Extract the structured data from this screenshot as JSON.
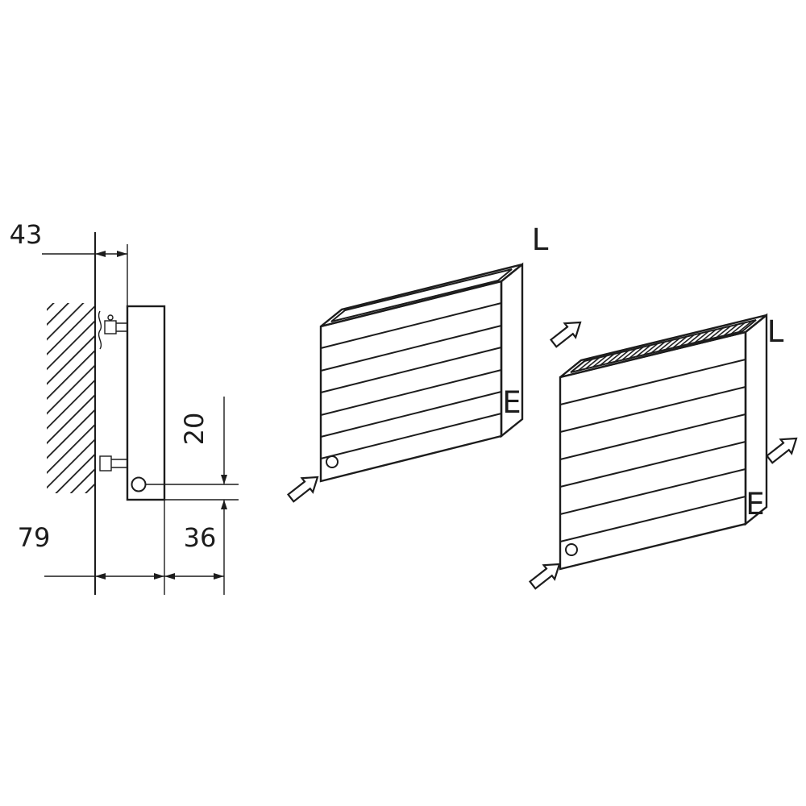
{
  "colors": {
    "line": "#1c1c1c",
    "background": "#ffffff"
  },
  "side_view": {
    "dim_top": "43",
    "dim_pipe_height": "20",
    "dim_bottom_left": "79",
    "dim_bottom_right": "36"
  },
  "radiator_open_top": {
    "label_top": "L",
    "label_side": "E"
  },
  "radiator_grille_top": {
    "label_top": "L",
    "label_side": "E"
  }
}
